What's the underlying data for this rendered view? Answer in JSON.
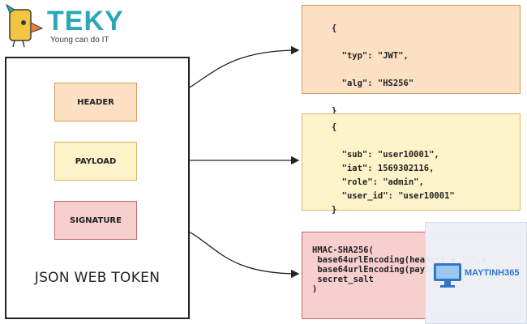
{
  "logo": {
    "brand": "TEKY",
    "tagline": "Young can do IT"
  },
  "jwt": {
    "title": "JSON WEB TOKEN",
    "parts": {
      "header": "HEADER",
      "payload": "PAYLOAD",
      "signature": "SIGNATURE"
    }
  },
  "header_code": "{\n\n  \"typ\": \"JWT\",\n\n  \"alg\": \"HS256\"\n\n}",
  "payload_code": "{\n\n  \"sub\": \"user10001\",\n  \"iat\": 1569302116,\n  \"role\": \"admin\",\n  \"user_id\": \"user10001\"\n}",
  "signature_code": "HMAC-SHA256(\n base64urlEncoding(header) + '.' +\n base64urlEncoding(payload),\n secret_salt\n)",
  "watermark": {
    "brand": "MAYTINH365"
  },
  "colors": {
    "header": "#fbe0c4",
    "payload": "#fdf3c8",
    "signature": "#f8cfcf",
    "logo_teal": "#2aa8b8"
  }
}
